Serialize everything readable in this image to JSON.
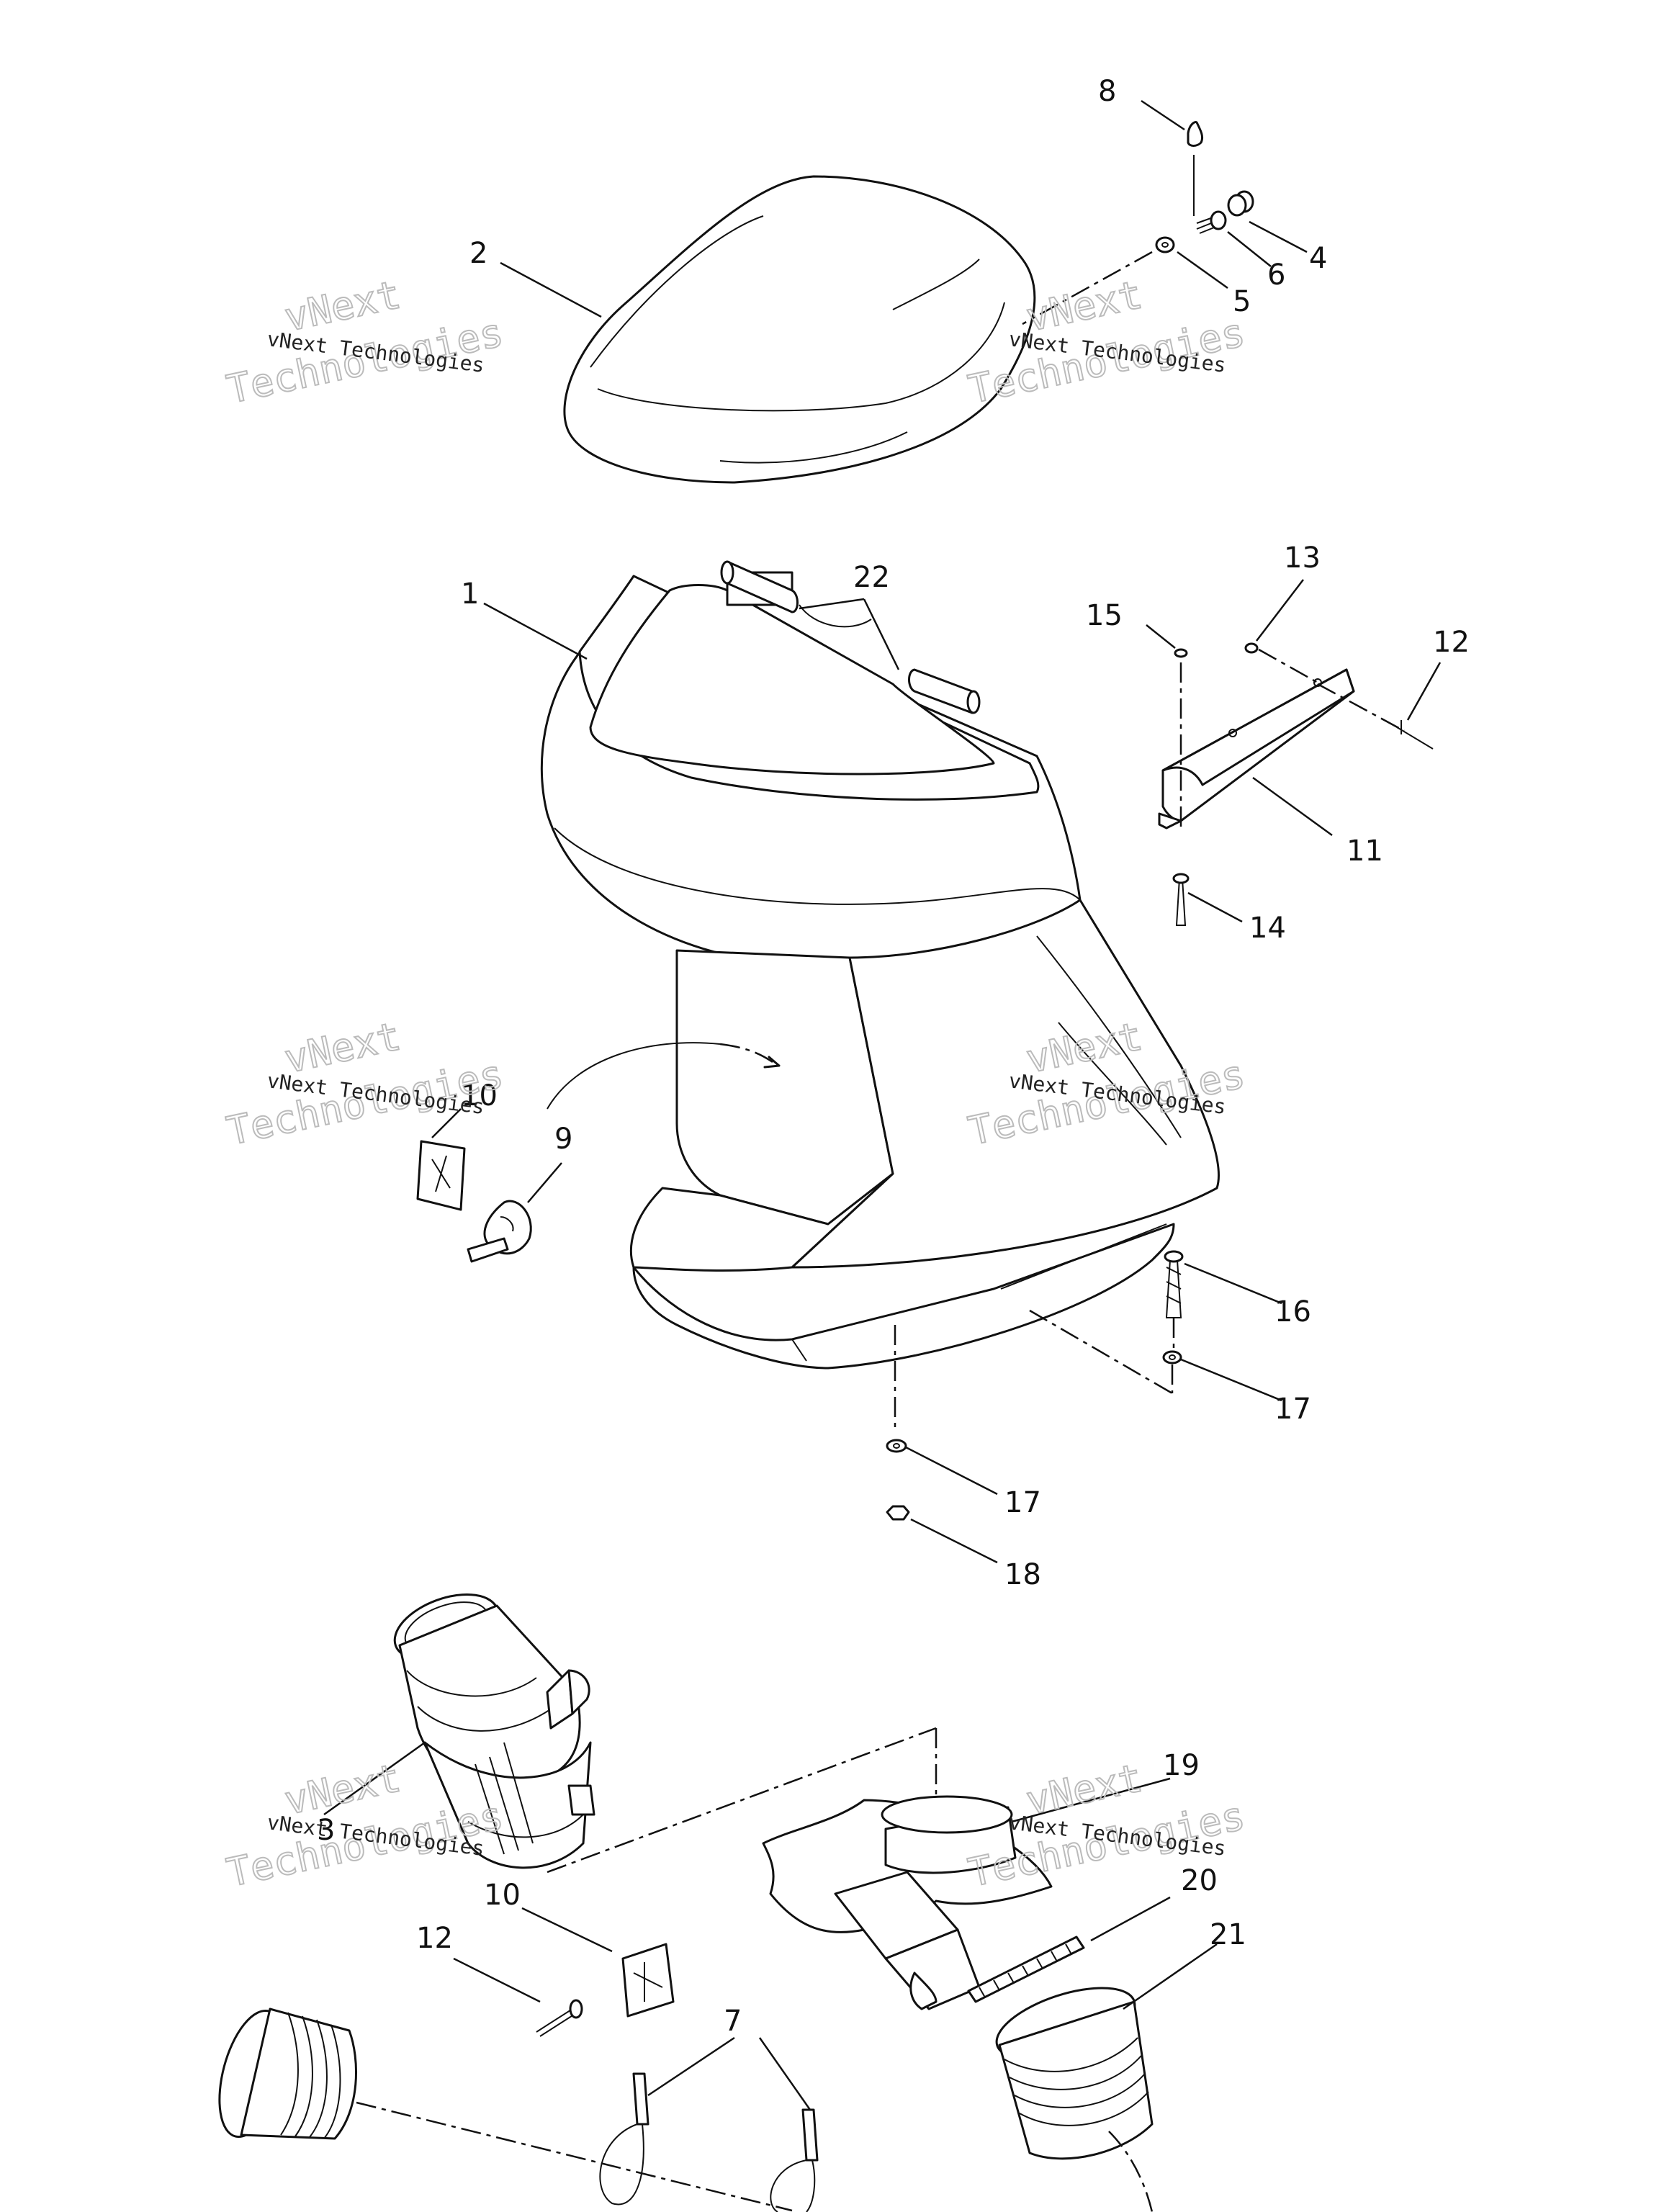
{
  "diagram": {
    "watermark": {
      "small_text": "vNext Technologies",
      "big_line1": "vNext",
      "big_line2": "Technologies"
    },
    "callouts": [
      "8",
      "2",
      "4",
      "6",
      "5",
      "1",
      "22",
      "13",
      "15",
      "12",
      "11",
      "14",
      "10",
      "9",
      "16",
      "17",
      "17",
      "18",
      "3",
      "19",
      "20",
      "10",
      "12",
      "21",
      "7"
    ]
  }
}
